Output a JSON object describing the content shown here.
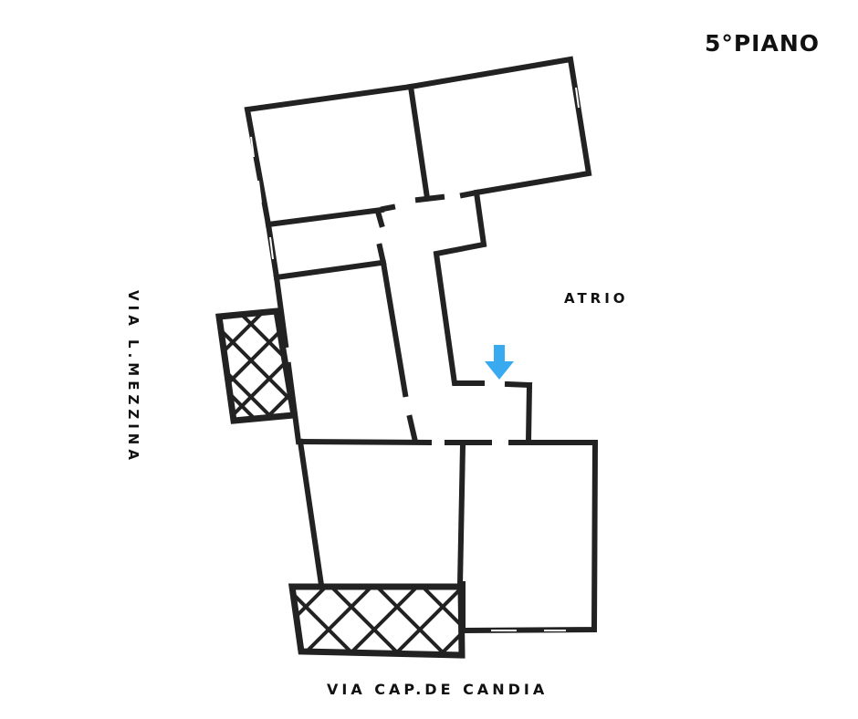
{
  "floor_label": "5°PIANO",
  "area_label": "ATRIO",
  "street_bottom": "VIA CAP.DE CANDIA",
  "street_left": "VIA L.MEZZINA",
  "colors": {
    "wall": "#222222",
    "entrance_arrow": "#3aaaf0",
    "background": "#ffffff"
  },
  "icons": {
    "entrance": "down-arrow-icon"
  }
}
